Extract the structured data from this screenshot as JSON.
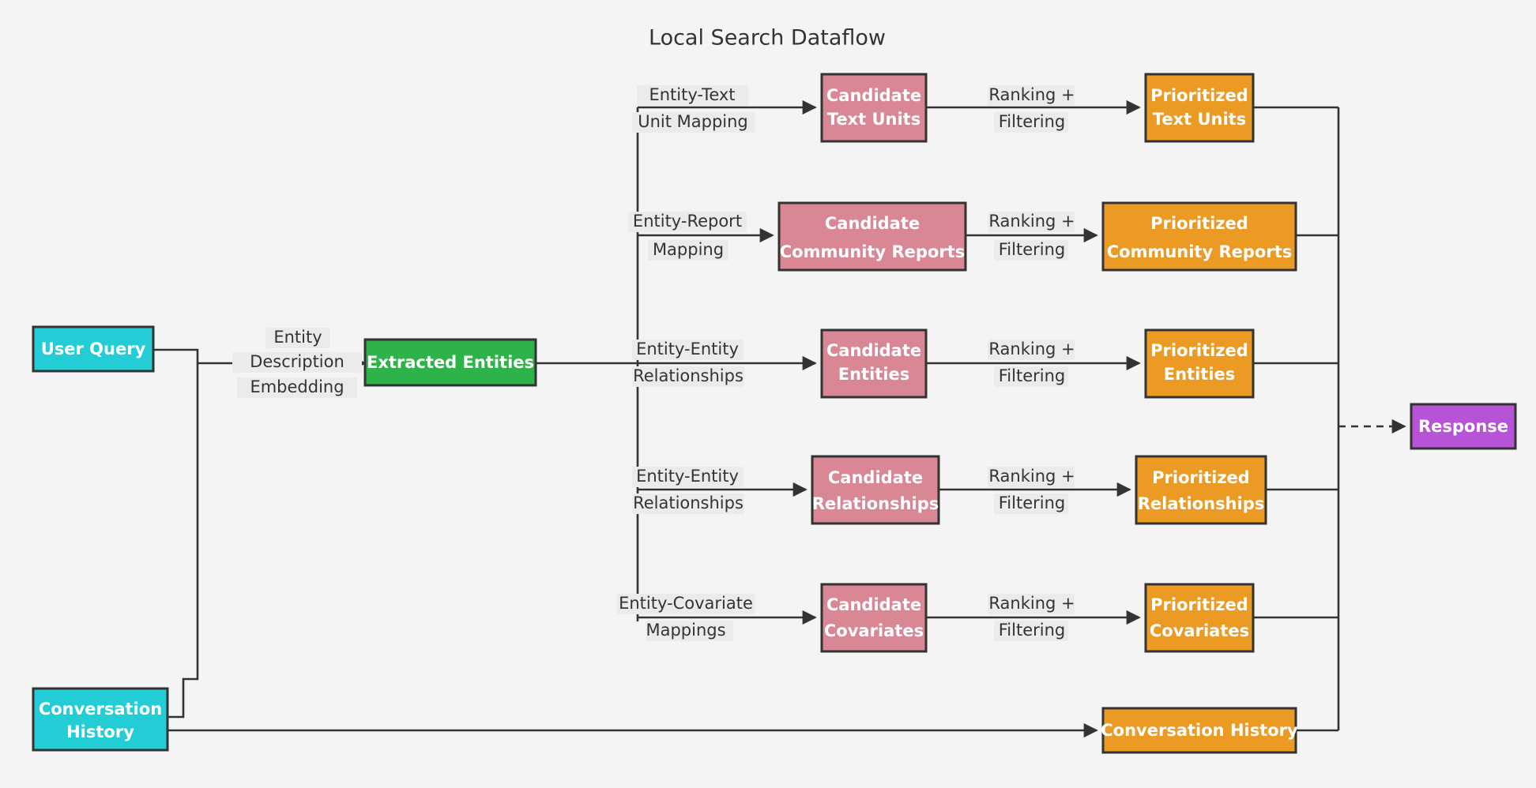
{
  "title": "Local Search Dataflow",
  "colors": {
    "background": "#f4f4f4",
    "stroke": "#333333",
    "label_bg": "#ebebeb",
    "cyan": "#22cdd6",
    "green": "#2eb24a",
    "pink": "#d98695",
    "orange": "#eb9a23",
    "purple": "#b753d6",
    "node_text": "#ffffff",
    "edge_text": "#333333"
  },
  "nodes": {
    "user_query": {
      "label": "User Query",
      "lines": [
        "User Query"
      ],
      "color": "cyan"
    },
    "conversation_history_in": {
      "label": "Conversation History",
      "lines": [
        "Conversation",
        "History"
      ],
      "color": "cyan"
    },
    "extracted_entities": {
      "label": "Extracted Entities",
      "lines": [
        "Extracted Entities"
      ],
      "color": "green"
    },
    "candidate_text_units": {
      "label": "Candidate Text Units",
      "lines": [
        "Candidate",
        "Text Units"
      ],
      "color": "pink"
    },
    "candidate_community_reports": {
      "label": "Candidate Community Reports",
      "lines": [
        "Candidate",
        "Community Reports"
      ],
      "color": "pink"
    },
    "candidate_entities": {
      "label": "Candidate Entities",
      "lines": [
        "Candidate",
        "Entities"
      ],
      "color": "pink"
    },
    "candidate_relationships": {
      "label": "Candidate Relationships",
      "lines": [
        "Candidate",
        "Relationships"
      ],
      "color": "pink"
    },
    "candidate_covariates": {
      "label": "Candidate Covariates",
      "lines": [
        "Candidate",
        "Covariates"
      ],
      "color": "pink"
    },
    "prioritized_text_units": {
      "label": "Prioritized Text Units",
      "lines": [
        "Prioritized",
        "Text Units"
      ],
      "color": "orange"
    },
    "prioritized_community_reports": {
      "label": "Prioritized Community Reports",
      "lines": [
        "Prioritized",
        "Community Reports"
      ],
      "color": "orange"
    },
    "prioritized_entities": {
      "label": "Prioritized Entities",
      "lines": [
        "Prioritized",
        "Entities"
      ],
      "color": "orange"
    },
    "prioritized_relationships": {
      "label": "Prioritized Relationships",
      "lines": [
        "Prioritized",
        "Relationships"
      ],
      "color": "orange"
    },
    "prioritized_covariates": {
      "label": "Prioritized Covariates",
      "lines": [
        "Prioritized",
        "Covariates"
      ],
      "color": "orange"
    },
    "conversation_history_out": {
      "label": "Conversation History",
      "lines": [
        "Conversation History"
      ],
      "color": "orange"
    },
    "response": {
      "label": "Response",
      "lines": [
        "Response"
      ],
      "color": "purple"
    }
  },
  "edge_labels": {
    "entity_description_embedding": [
      "Entity",
      "Description",
      "Embedding"
    ],
    "entity_text_unit_mapping": [
      "Entity-Text",
      "Unit Mapping"
    ],
    "entity_report_mapping": [
      "Entity-Report",
      "Mapping"
    ],
    "entity_entity_relationships_a": [
      "Entity-Entity",
      "Relationships"
    ],
    "entity_entity_relationships_b": [
      "Entity-Entity",
      "Relationships"
    ],
    "entity_covariate_mappings": [
      "Entity-Covariate",
      "Mappings"
    ],
    "ranking_filtering_1": [
      "Ranking +",
      "Filtering"
    ],
    "ranking_filtering_2": [
      "Ranking +",
      "Filtering"
    ],
    "ranking_filtering_3": [
      "Ranking +",
      "Filtering"
    ],
    "ranking_filtering_4": [
      "Ranking +",
      "Filtering"
    ],
    "ranking_filtering_5": [
      "Ranking +",
      "Filtering"
    ]
  },
  "chart_data": {
    "type": "diagram",
    "title": "Local Search Dataflow",
    "flow": [
      {
        "from": "User Query",
        "to": "Extracted Entities",
        "label": "Entity Description Embedding"
      },
      {
        "from": "Conversation History",
        "to": "Extracted Entities",
        "label": "Entity Description Embedding"
      },
      {
        "from": "Extracted Entities",
        "to": "Candidate Text Units",
        "label": "Entity-Text Unit Mapping"
      },
      {
        "from": "Extracted Entities",
        "to": "Candidate Community Reports",
        "label": "Entity-Report Mapping"
      },
      {
        "from": "Extracted Entities",
        "to": "Candidate Entities",
        "label": "Entity-Entity Relationships"
      },
      {
        "from": "Extracted Entities",
        "to": "Candidate Relationships",
        "label": "Entity-Entity Relationships"
      },
      {
        "from": "Extracted Entities",
        "to": "Candidate Covariates",
        "label": "Entity-Covariate Mappings"
      },
      {
        "from": "Candidate Text Units",
        "to": "Prioritized Text Units",
        "label": "Ranking + Filtering"
      },
      {
        "from": "Candidate Community Reports",
        "to": "Prioritized Community Reports",
        "label": "Ranking + Filtering"
      },
      {
        "from": "Candidate Entities",
        "to": "Prioritized Entities",
        "label": "Ranking + Filtering"
      },
      {
        "from": "Candidate Relationships",
        "to": "Prioritized Relationships",
        "label": "Ranking + Filtering"
      },
      {
        "from": "Candidate Covariates",
        "to": "Prioritized Covariates",
        "label": "Ranking + Filtering"
      },
      {
        "from": "Conversation History",
        "to": "Conversation History (out)",
        "label": ""
      },
      {
        "from": "Prioritized Text Units",
        "to": "Response",
        "label": ""
      },
      {
        "from": "Prioritized Community Reports",
        "to": "Response",
        "label": ""
      },
      {
        "from": "Prioritized Entities",
        "to": "Response",
        "label": ""
      },
      {
        "from": "Prioritized Relationships",
        "to": "Response",
        "label": ""
      },
      {
        "from": "Prioritized Covariates",
        "to": "Response",
        "label": ""
      },
      {
        "from": "Conversation History (out)",
        "to": "Response",
        "label": ""
      }
    ]
  }
}
